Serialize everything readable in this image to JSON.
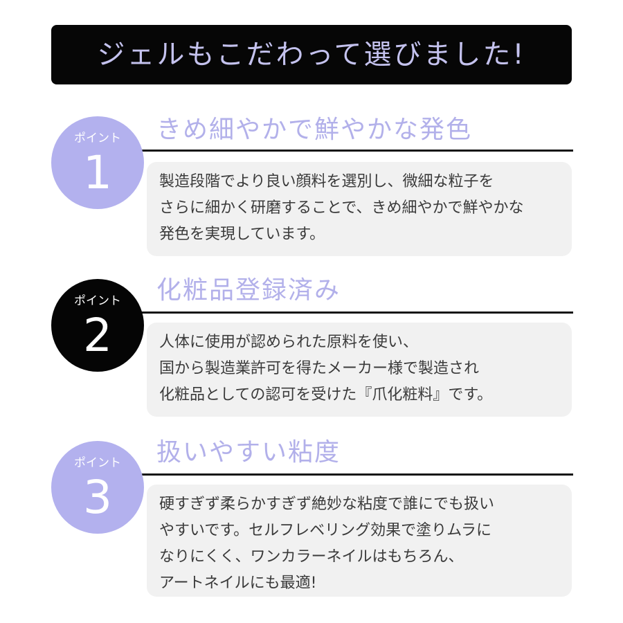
{
  "banner": {
    "title": "ジェルもこだわって選びました!"
  },
  "points": [
    {
      "badge_label": "ポイント",
      "number": "1",
      "heading": "きめ細やかで鮮やかな発色",
      "lines": [
        "製造段階でより良い顔料を選別し、微細な粒子を",
        "さらに細かく研磨することで、きめ細やかで鮮やかな",
        "発色を実現しています。"
      ]
    },
    {
      "badge_label": "ポイント",
      "number": "2",
      "heading": "化粧品登録済み",
      "lines": [
        "人体に使用が認められた原料を使い、",
        "国から製造業許可を得たメーカー様で製造され",
        "化粧品としての認可を受けた『爪化粧料』です。"
      ]
    },
    {
      "badge_label": "ポイント",
      "number": "3",
      "heading": "扱いやすい粘度",
      "lines": [
        "硬すぎず柔らかすぎず絶妙な粘度で誰にでも扱い",
        "やすいです。セルフレベリング効果で塗りムラに",
        "なりにくく、ワンカラーネイルはもちろん、",
        "アートネイルにも最適!"
      ]
    }
  ],
  "colors": {
    "banner_bg": "#060606",
    "banner_text": "#c4c2ee",
    "accent_lavender": "#b3b1ee",
    "badge_dark": "#050505",
    "box_bg": "#f1f1f1"
  }
}
